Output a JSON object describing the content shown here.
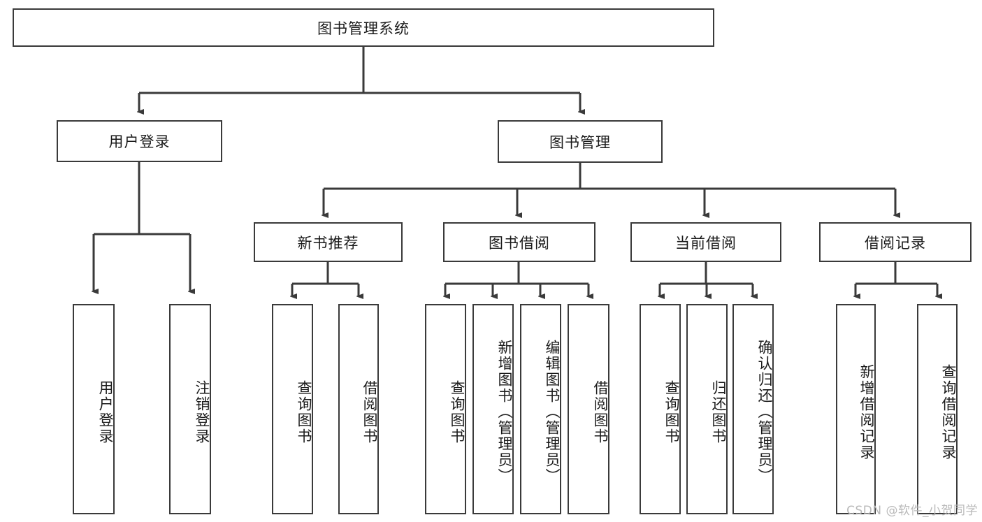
{
  "diagram": {
    "title": "图书管理系统",
    "watermark": "CSDN @软件_小贺同学",
    "stroke_color": "#3a3a3a",
    "background_color": "#ffffff",
    "root": {
      "label": "图书管理系统"
    },
    "level2": [
      {
        "label": "用户登录"
      },
      {
        "label": "图书管理"
      }
    ],
    "level3": [
      {
        "label": "新书推荐"
      },
      {
        "label": "图书借阅"
      },
      {
        "label": "当前借阅"
      },
      {
        "label": "借阅记录"
      }
    ],
    "leaves": {
      "user_login": [
        {
          "label": "用户登录"
        },
        {
          "label": "注销登录"
        }
      ],
      "new_book_recommend": [
        {
          "label": "查询图书"
        },
        {
          "label": "借阅图书"
        }
      ],
      "book_borrow": [
        {
          "label": "查询图书"
        },
        {
          "label": "新增图书（管理员）"
        },
        {
          "label": "编辑图书（管理员）"
        },
        {
          "label": "借阅图书"
        }
      ],
      "current_borrow": [
        {
          "label": "查询图书"
        },
        {
          "label": "归还图书"
        },
        {
          "label": "确认归还（管理员）"
        }
      ],
      "borrow_record": [
        {
          "label": "新增借阅记录"
        },
        {
          "label": "查询借阅记录"
        }
      ]
    }
  }
}
